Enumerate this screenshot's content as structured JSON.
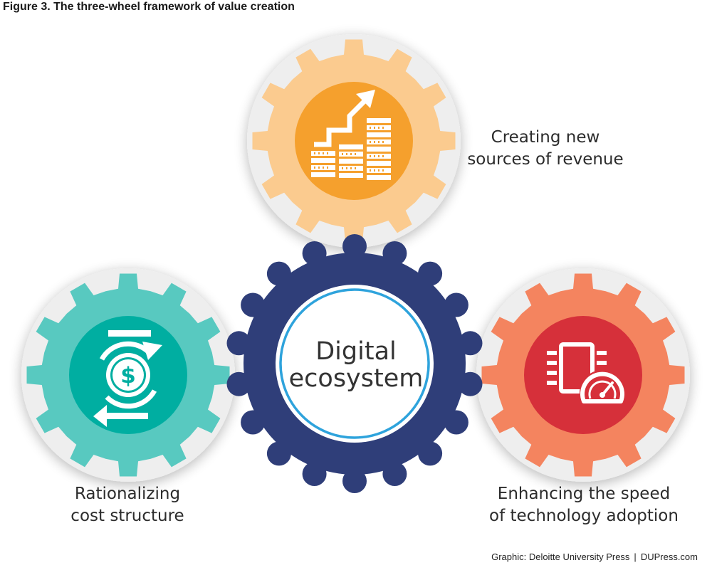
{
  "figure": {
    "title": "Figure 3. The three-wheel framework of value creation"
  },
  "center_gear": {
    "line1": "Digital",
    "line2": "ecosystem"
  },
  "gears": [
    {
      "id": "top",
      "label_line1": "Creating new",
      "label_line2": "sources of revenue",
      "icon": "revenue-growth-icon"
    },
    {
      "id": "left",
      "label_line1": "Rationalizing",
      "label_line2": "cost structure",
      "icon": "cost-cycle-dollar-icon"
    },
    {
      "id": "right",
      "label_line1": "Enhancing the speed",
      "label_line2": "of technology adoption",
      "icon": "chip-speedometer-icon"
    }
  ],
  "colors": {
    "top_gear_outer": "#fbcb8f",
    "top_gear_inner": "#f5a02d",
    "left_gear_outer": "#58c9c0",
    "left_gear_inner": "#00aea1",
    "right_gear_outer": "#f4845f",
    "right_gear_inner": "#d6303a",
    "center_gear": "#2f3e79",
    "center_ring": "#2ea3dc"
  },
  "credit": {
    "left": "Graphic: Deloitte University Press",
    "separator": "|",
    "right": "DUPress.com"
  }
}
